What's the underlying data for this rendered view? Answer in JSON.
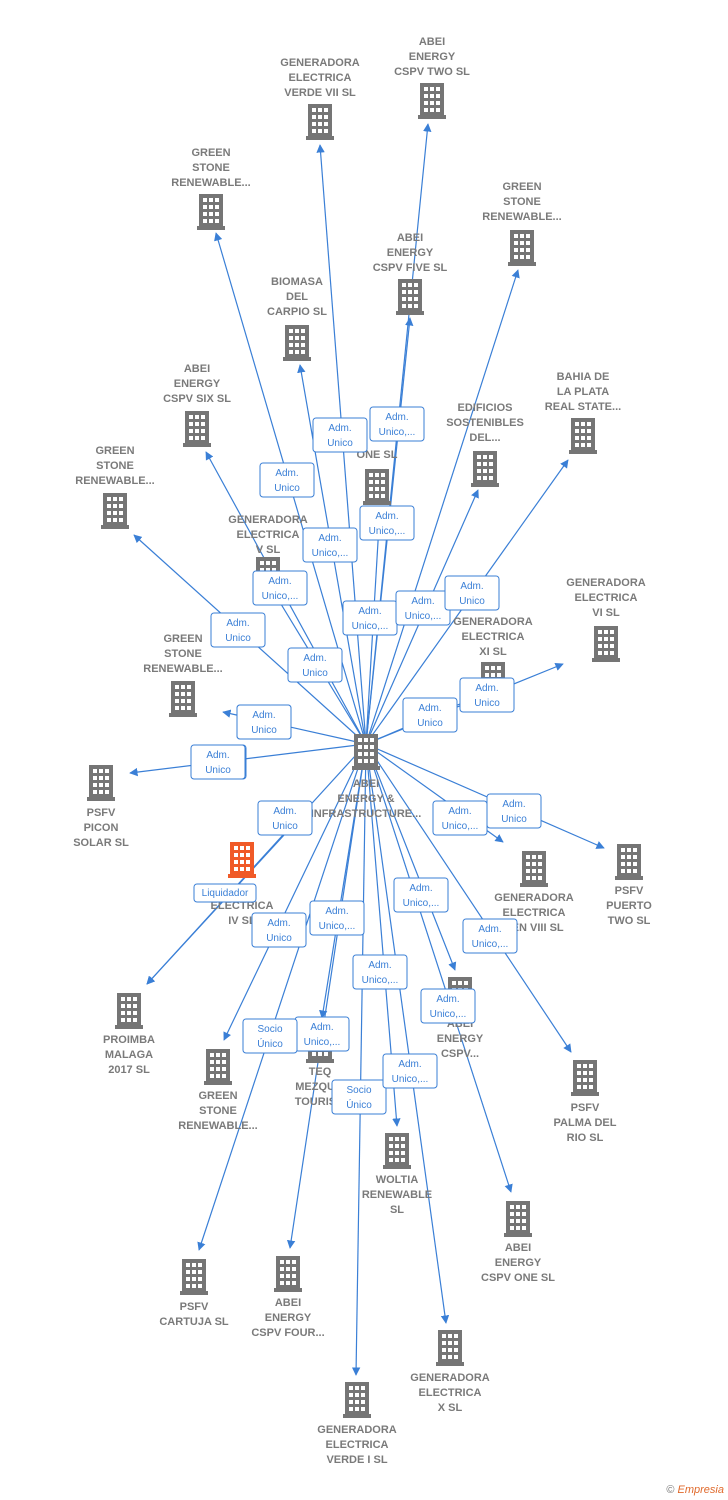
{
  "colors": {
    "edge": "#3a7fd6",
    "building": "#757575",
    "highlight": "#f05a28",
    "label": "#7a7a7a"
  },
  "center": {
    "label": [
      "ABEI",
      "ENERGY &",
      "INFRASTRUCTURE..."
    ]
  },
  "nodes": [
    {
      "id": "gev7",
      "label": [
        "GENERADORA",
        "ELECTRICA",
        "VERDE VII  SL"
      ]
    },
    {
      "id": "abei2",
      "label": [
        "ABEI",
        "ENERGY",
        "CSPV TWO  SL"
      ]
    },
    {
      "id": "gsr1",
      "label": [
        "GREEN",
        "STONE",
        "RENEWABLE..."
      ]
    },
    {
      "id": "gsr2",
      "label": [
        "GREEN",
        "STONE",
        "RENEWABLE..."
      ]
    },
    {
      "id": "abei5",
      "label": [
        "ABEI",
        "ENERGY",
        "CSPV FIVE  SL"
      ]
    },
    {
      "id": "biomasa",
      "label": [
        "BIOMASA",
        "DEL",
        "CARPIO  SL"
      ]
    },
    {
      "id": "bahia",
      "label": [
        "BAHIA DE",
        "LA PLATA",
        "REAL STATE..."
      ]
    },
    {
      "id": "abei6",
      "label": [
        "ABEI",
        "ENERGY",
        "CSPV SIX  SL"
      ]
    },
    {
      "id": "edif",
      "label": [
        "EDIFICIOS",
        "SOSTENIBLES",
        "DEL..."
      ]
    },
    {
      "id": "one",
      "label": [
        "ONE  SL"
      ]
    },
    {
      "id": "gsr3",
      "label": [
        "GREEN",
        "STONE",
        "RENEWABLE..."
      ]
    },
    {
      "id": "gev",
      "label": [
        "GENERADORA",
        "ELECTRICA",
        "V  SL"
      ]
    },
    {
      "id": "ge6",
      "label": [
        "GENERADORA",
        "ELECTRICA",
        "VI  SL"
      ]
    },
    {
      "id": "ge11",
      "label": [
        "GENERADORA",
        "ELECTRICA",
        "XI  SL"
      ]
    },
    {
      "id": "gsr4",
      "label": [
        "GREEN",
        "STONE",
        "RENEWABLE..."
      ]
    },
    {
      "id": "picon",
      "label": [
        "PSFV",
        "PICON",
        "SOLAR  SL"
      ]
    },
    {
      "id": "ge4",
      "label": [
        "ORA",
        "ELECTRICA",
        "IV  SL"
      ]
    },
    {
      "id": "gev8",
      "label": [
        "GENERADORA",
        "ELECTRICA",
        "EEN VIII  SL"
      ]
    },
    {
      "id": "puerto",
      "label": [
        "PSFV",
        "PUERTO",
        "TWO  SL"
      ]
    },
    {
      "id": "proimba",
      "label": [
        "PROIMBA",
        "MALAGA",
        "2017  SL"
      ]
    },
    {
      "id": "gsr5",
      "label": [
        "GREEN",
        "STONE",
        "RENEWABLE..."
      ]
    },
    {
      "id": "teq",
      "label": [
        "TEQ",
        "MEZQUIT",
        "TOURISM"
      ]
    },
    {
      "id": "abeic",
      "label": [
        "ABEI",
        "ENERGY",
        "CSPV..."
      ]
    },
    {
      "id": "palma",
      "label": [
        "PSFV",
        "PALMA DEL",
        "RIO  SL"
      ]
    },
    {
      "id": "woltia",
      "label": [
        "WOLTIA",
        "RENEWABLE",
        "SL"
      ]
    },
    {
      "id": "abei1",
      "label": [
        "ABEI",
        "ENERGY",
        "CSPV ONE  SL"
      ]
    },
    {
      "id": "cartuja",
      "label": [
        "PSFV",
        "CARTUJA  SL"
      ]
    },
    {
      "id": "abei4",
      "label": [
        "ABEI",
        "ENERGY",
        "CSPV FOUR..."
      ]
    },
    {
      "id": "ge10",
      "label": [
        "GENERADORA",
        "ELECTRICA",
        "X  SL"
      ]
    },
    {
      "id": "gev1",
      "label": [
        "GENERADORA",
        "ELECTRICA",
        "VERDE I  SL"
      ]
    }
  ],
  "relations": [
    [
      "Adm.",
      "Unico"
    ],
    [
      "Adm.",
      "Unico,..."
    ],
    [
      "Adm.",
      "Unico"
    ],
    [
      "Adm.",
      "Unico,..."
    ],
    [
      "Adm.",
      "Unico,..."
    ],
    [
      "Adm.",
      "Unico"
    ],
    [
      "Adm.",
      "Unico,..."
    ],
    [
      "Adm.",
      "Unico"
    ],
    [
      "Adm.",
      "Unico,..."
    ],
    [
      "Adm.",
      "Unico,..."
    ],
    [
      "Adm.",
      "Unico"
    ],
    [
      "Adm.",
      "Unico"
    ],
    [
      "Adm.",
      "Unico"
    ],
    [
      "Adm.",
      "Unico"
    ],
    [
      "Adm.",
      "Unico"
    ],
    [
      "Adm.",
      "Unico"
    ],
    [
      "Adm.",
      "Unico,..."
    ],
    [
      "Adm.",
      "Unico"
    ],
    [
      "Adm.",
      "Unico,..."
    ],
    [
      "Adm.",
      "Unico,..."
    ],
    [
      "Liquidador"
    ],
    [
      "Adm.",
      "Unico"
    ],
    [
      "Adm.",
      "Unico,..."
    ],
    [
      "Adm.",
      "Unico,..."
    ],
    [
      "Socio",
      "Único"
    ],
    [
      "Adm.",
      "Unico,..."
    ],
    [
      "Adm.",
      "Unico,..."
    ],
    [
      "Socio",
      "Único"
    ],
    [
      "Adm.",
      "Unico,..."
    ],
    [
      "Adm.",
      "Unico"
    ],
    [
      "Adm.",
      "Unico"
    ]
  ],
  "footer": {
    "copyright": "©",
    "brand": "Empresia"
  }
}
